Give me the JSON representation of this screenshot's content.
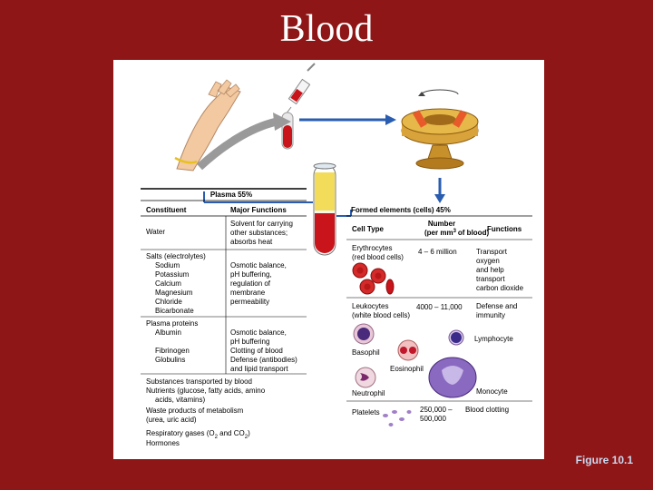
{
  "slide": {
    "title": "Blood",
    "caption": "Figure 10.1"
  },
  "plasma": {
    "header": "Plasma 55%",
    "col_constituent": "Constituent",
    "col_functions": "Major Functions",
    "rows": [
      {
        "constituent": [
          "Water"
        ],
        "functions": [
          "Solvent for carrying",
          "other substances;",
          "absorbs heat"
        ]
      },
      {
        "constituent": [
          "Salts (electrolytes)",
          "Sodium",
          "Potassium",
          "Calcium",
          "Magnesium",
          "Chloride",
          "Bicarbonate"
        ],
        "functions": [
          "Osmotic balance,",
          "pH buffering,",
          "regulation of",
          "membrane",
          "permeability"
        ]
      },
      {
        "constituent": [
          "Plasma proteins",
          "Albumin",
          "",
          "Fibrinogen",
          "Globulins"
        ],
        "functions": [
          "Osmotic balance,",
          "pH buffering",
          "Clotting of blood",
          "Defense (antibodies)",
          "and lipid transport"
        ]
      }
    ],
    "transported": [
      "Substances transported by blood",
      "Nutrients (glucose, fatty acids, amino",
      "acids, vitamins)",
      "Waste products of metabolism",
      "(urea, uric acid)",
      "Respiratory gases (O",
      "Hormones"
    ],
    "resp_sub1": "2",
    "resp_mid": " and CO",
    "resp_sub2": "2",
    "resp_end": ")"
  },
  "formed": {
    "header": "Formed elements (cells) 45%",
    "col_cell_type": "Cell Type",
    "col_number": [
      "Number",
      "(per mm",
      "of blood)"
    ],
    "col_number_sup": "3",
    "col_functions": "Functions",
    "erythrocytes": {
      "name": [
        "Erythrocytes",
        "(red blood cells)"
      ],
      "number": "4 – 6 million",
      "functions": [
        "Transport",
        "oxygen",
        "and help",
        "transport",
        "carbon dioxide"
      ]
    },
    "leukocytes": {
      "name": [
        "Leukocytes",
        "(white blood cells)"
      ],
      "number": "4000 – 11,000",
      "functions": [
        "Defense and",
        "immunity"
      ]
    },
    "cells": {
      "basophil": "Basophil",
      "eosinophil": "Eosinophil",
      "lymphocyte": "Lymphocyte",
      "neutrophil": "Neutrophil",
      "monocyte": "Monocyte"
    },
    "platelets": {
      "name": "Platelets",
      "number": [
        "250,000 –",
        "500,000"
      ],
      "functions": "Blood clotting"
    }
  },
  "colors": {
    "background": "#8e1616",
    "panel": "#ffffff",
    "blood_red": "#c8141a",
    "plasma_yellow": "#f3dc5a",
    "arrow_blue": "#2a5db0",
    "leukocyte_purple": "#6a3fa0"
  }
}
